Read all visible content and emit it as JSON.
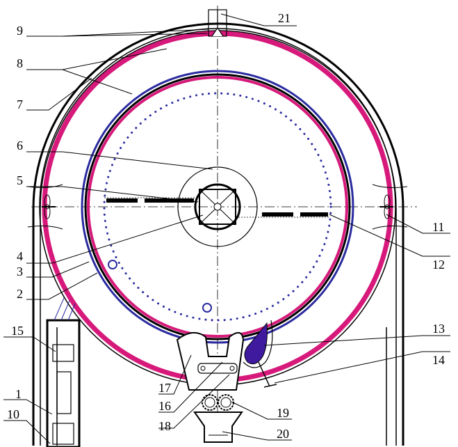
{
  "diagram": {
    "colors": {
      "outline": "#000000",
      "magenta": "#d6197a",
      "blue": "#2a2aa0",
      "dots": "#2a2aa0",
      "purple_drop": "#3f1a9e"
    },
    "labels": {
      "l1": "1",
      "l2": "2",
      "l3": "3",
      "l4": "4",
      "l5": "5",
      "l6": "6",
      "l7": "7",
      "l8": "8",
      "l9": "9",
      "l10": "10",
      "l11": "11",
      "l12": "12",
      "l13": "13",
      "l14": "14",
      "l15": "15",
      "l16": "16",
      "l17": "17",
      "l18": "18",
      "l19": "19",
      "l20": "20",
      "l21": "21"
    }
  }
}
